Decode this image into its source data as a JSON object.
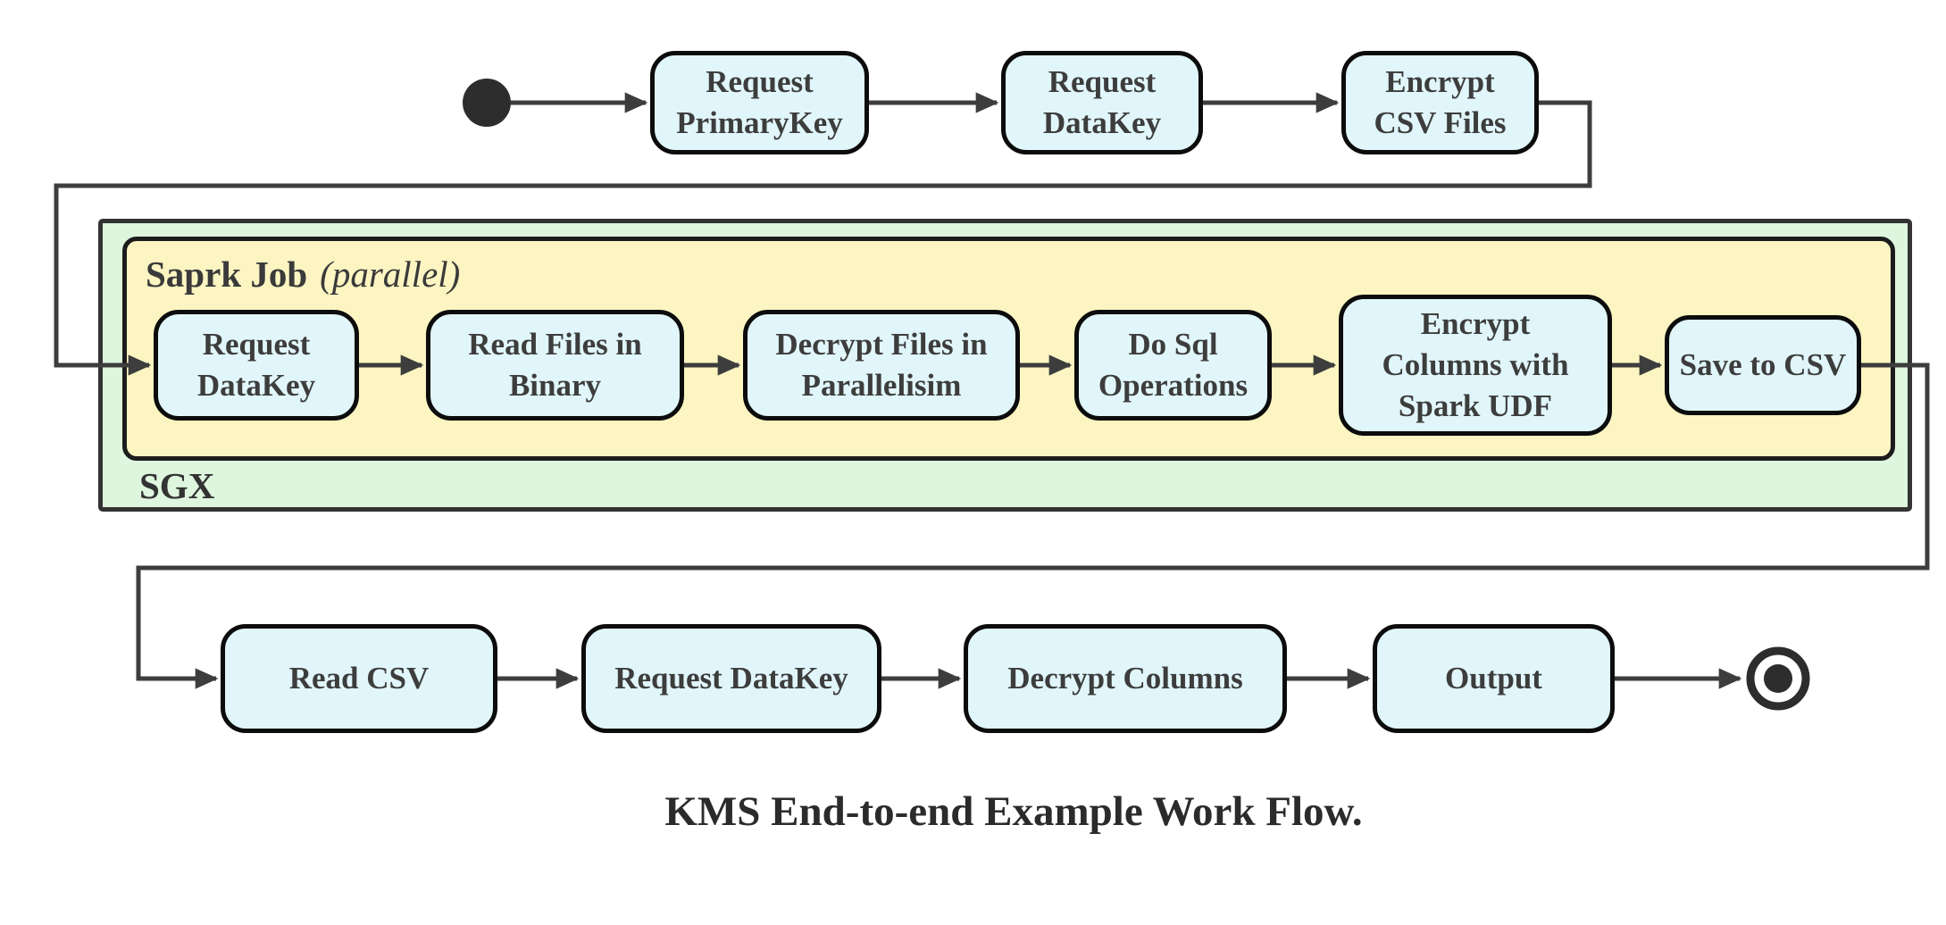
{
  "colors": {
    "node_fill": "#e1f6fa",
    "spark_fill": "#fcf5c2",
    "sgx_fill": "#def5de",
    "node_text": "#3d3d3d",
    "line": "#3d3d3d",
    "terminal": "#2d2d2d"
  },
  "flow": {
    "top": {
      "nodes": [
        {
          "label": [
            "Request",
            "PrimaryKey"
          ]
        },
        {
          "label": [
            "Request",
            "DataKey"
          ]
        },
        {
          "label": [
            "Encrypt",
            "CSV Files"
          ]
        }
      ]
    },
    "sgx": {
      "label": "SGX",
      "spark": {
        "title": "Saprk Job",
        "annotation": "(parallel)",
        "nodes": [
          {
            "label": [
              "Request",
              "DataKey"
            ]
          },
          {
            "label": [
              "Read Files in",
              "Binary"
            ]
          },
          {
            "label": [
              "Decrypt Files in",
              "Parallelisim"
            ]
          },
          {
            "label": [
              "Do Sql",
              "Operations"
            ]
          },
          {
            "label": [
              "Encrypt",
              "Columns with",
              "Spark UDF"
            ]
          },
          {
            "label": [
              "Save to CSV"
            ]
          }
        ]
      }
    },
    "bottom": {
      "nodes": [
        {
          "label": [
            "Read CSV"
          ]
        },
        {
          "label": [
            "Request DataKey"
          ]
        },
        {
          "label": [
            "Decrypt Columns"
          ]
        },
        {
          "label": [
            "Output"
          ]
        }
      ]
    }
  },
  "caption": "KMS End-to-end Example Work Flow."
}
